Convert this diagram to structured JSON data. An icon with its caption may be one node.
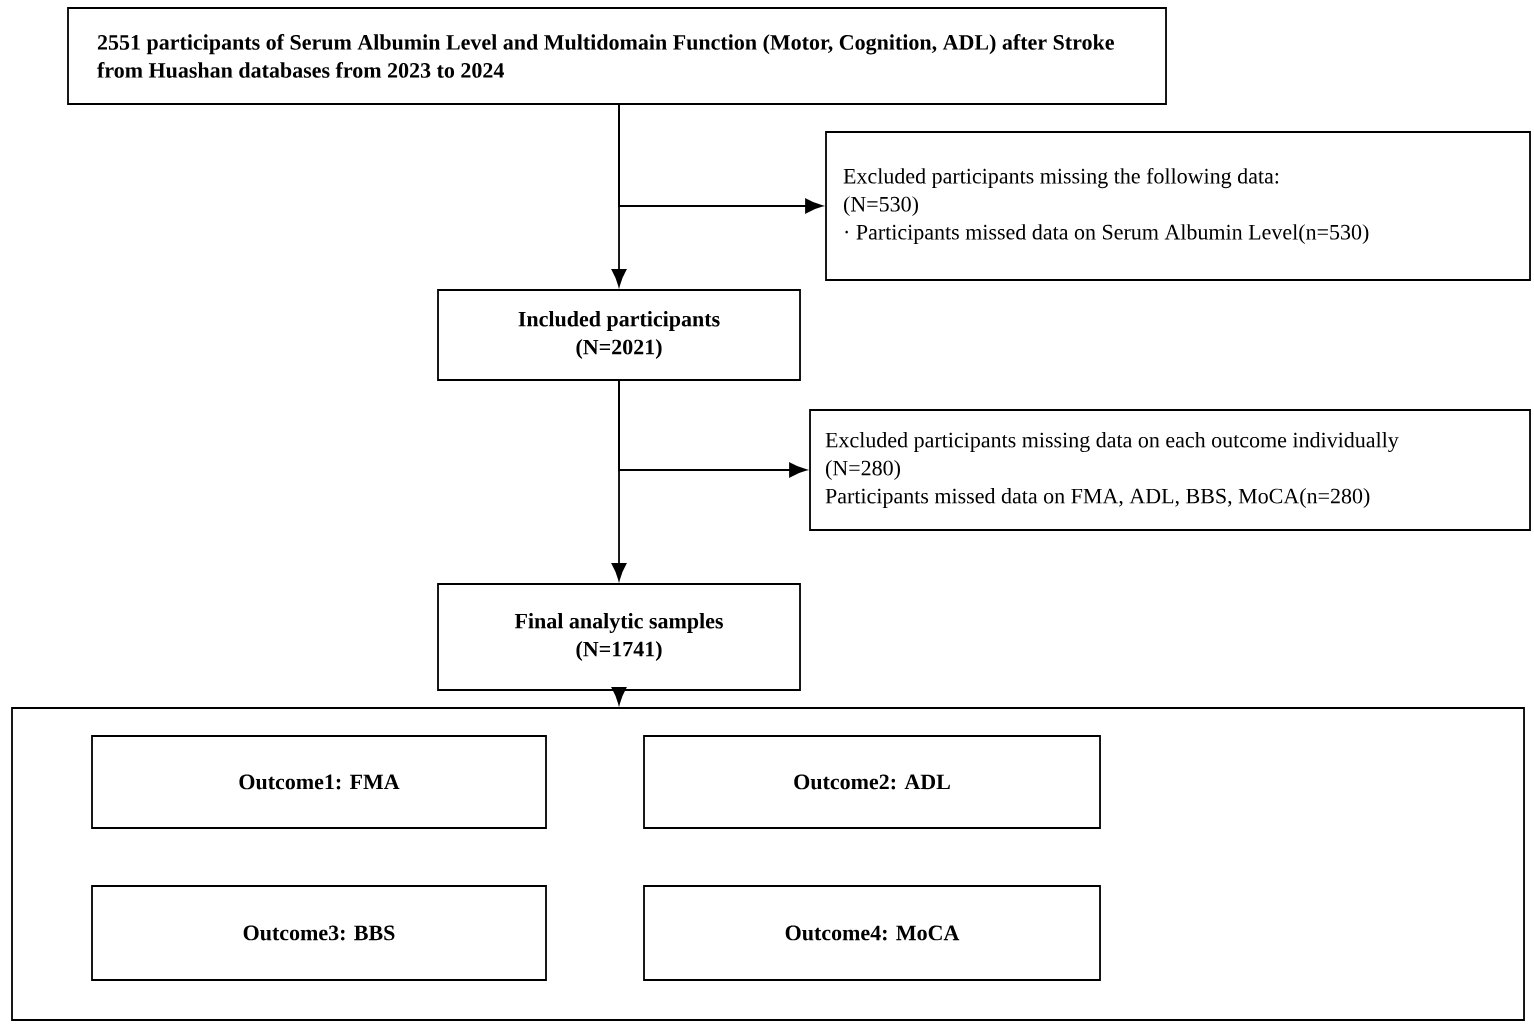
{
  "diagram": {
    "nodes": [
      {
        "text": [
          "2551 participants of Serum Albumin Level and Multidomain Function (Motor, Cognition, ADL) after Stroke from Huashan databases from 2023 to 2024"
        ]
      },
      {
        "text": [
          "Excluded participants missing the following data:",
          "(N=530)",
          "· Participants missed data on Serum Albumin Level(n=530)"
        ]
      },
      {
        "text": [
          "Included participants",
          "(N=2021)"
        ]
      },
      {
        "text": [
          "Excluded participants missing  data on each outcome  individually",
          "(N=280)",
          "Participants missed data on FMA, ADL, BBS, MoCA(n=280)"
        ]
      },
      {
        "text": [
          "Final analytic samples",
          "(N=1741)"
        ]
      },
      {
        "text": [],
        "shape": "box"
      },
      {
        "text": [
          "Outcome1: FMA"
        ],
        "in": 5
      },
      {
        "text": [
          "Outcome2: ADL"
        ],
        "in": 5
      },
      {
        "text": [
          "Outcome3: BBS"
        ],
        "in": 5
      },
      {
        "text": [
          "Outcome4: MoCA"
        ],
        "in": 5
      }
    ],
    "edges": [
      {
        "from": 0,
        "to": 2,
        "arrow": "to"
      },
      {
        "from": 0,
        "to": 1,
        "arrow": "to"
      },
      {
        "from": 2,
        "to": 4,
        "arrow": "to"
      },
      {
        "from": 2,
        "to": 3,
        "arrow": "to"
      },
      {
        "from": 4,
        "to": 5,
        "arrow": "to"
      }
    ]
  }
}
